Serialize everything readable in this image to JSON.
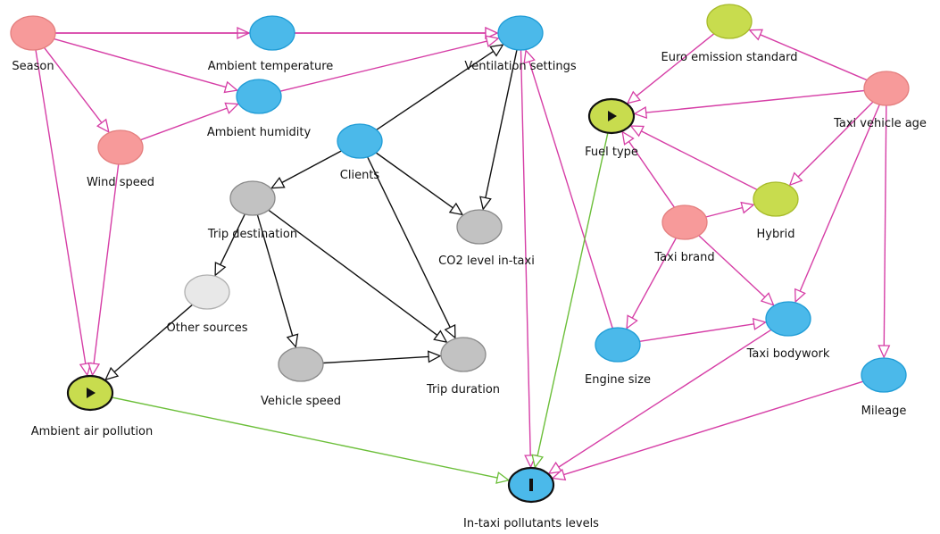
{
  "colors": {
    "pink_node": "#f79a9a",
    "pink_node_stroke": "#e47f7f",
    "blue_node": "#4bb9ea",
    "blue_node_stroke": "#1f9cd6",
    "grey_node": "#c2c2c2",
    "grey_node_stroke": "#8a8a8a",
    "lightgrey_node": "#e8e8e8",
    "lightgrey_node_stroke": "#b0b0b0",
    "yellowgreen_node": "#c8dc4e",
    "yellowgreen_node_stroke": "#a7bb2a",
    "exposure_stroke": "#111111",
    "edge_pink": "#d63ea6",
    "edge_black": "#111111",
    "edge_green": "#6cbf3a"
  },
  "nodes": [
    {
      "id": "season",
      "label": "Season",
      "kind": "pink",
      "icon": "none"
    },
    {
      "id": "ambient_temperature",
      "label": "Ambient temperature",
      "kind": "blue",
      "icon": "none"
    },
    {
      "id": "ventilation_settings",
      "label": "Ventilation settings",
      "kind": "blue",
      "icon": "none"
    },
    {
      "id": "ambient_humidity",
      "label": "Ambient humidity",
      "kind": "blue",
      "icon": "none"
    },
    {
      "id": "wind_speed",
      "label": "Wind speed",
      "kind": "pink",
      "icon": "none"
    },
    {
      "id": "clients",
      "label": "Clients",
      "kind": "blue",
      "icon": "none"
    },
    {
      "id": "trip_destination",
      "label": "Trip destination",
      "kind": "grey",
      "icon": "none"
    },
    {
      "id": "co2_level",
      "label": "CO2 level in-taxi",
      "kind": "grey",
      "icon": "none"
    },
    {
      "id": "other_sources",
      "label": "Other sources",
      "kind": "lightgrey",
      "icon": "none"
    },
    {
      "id": "ambient_air_pollution",
      "label": "Ambient air pollution",
      "kind": "yellowgreen",
      "icon": "play-icon"
    },
    {
      "id": "vehicle_speed",
      "label": "Vehicle speed",
      "kind": "grey",
      "icon": "none"
    },
    {
      "id": "trip_duration",
      "label": "Trip duration",
      "kind": "grey",
      "icon": "none"
    },
    {
      "id": "euro_emission_standard",
      "label": "Euro emission standard",
      "kind": "yellowgreen",
      "icon": "none"
    },
    {
      "id": "fuel_type",
      "label": "Fuel type",
      "kind": "yellowgreen",
      "icon": "play-icon"
    },
    {
      "id": "taxi_vehicle_age",
      "label": "Taxi vehicle age",
      "kind": "pink",
      "icon": "none"
    },
    {
      "id": "hybrid",
      "label": "Hybrid",
      "kind": "yellowgreen",
      "icon": "none"
    },
    {
      "id": "taxi_brand",
      "label": "Taxi brand",
      "kind": "pink",
      "icon": "none"
    },
    {
      "id": "taxi_bodywork",
      "label": "Taxi bodywork",
      "kind": "blue",
      "icon": "none"
    },
    {
      "id": "engine_size",
      "label": "Engine size",
      "kind": "blue",
      "icon": "none"
    },
    {
      "id": "mileage",
      "label": "Mileage",
      "kind": "blue",
      "icon": "none"
    },
    {
      "id": "intaxi_pollutants",
      "label": "In-taxi pollutants levels",
      "kind": "blue",
      "icon": "outcome-bar-icon"
    }
  ],
  "edges": [
    {
      "from": "season",
      "to": "ambient_temperature",
      "color": "pink"
    },
    {
      "from": "season",
      "to": "ventilation_settings",
      "color": "pink"
    },
    {
      "from": "season",
      "to": "ambient_humidity",
      "color": "pink"
    },
    {
      "from": "season",
      "to": "wind_speed",
      "color": "pink"
    },
    {
      "from": "season",
      "to": "ambient_air_pollution",
      "color": "pink"
    },
    {
      "from": "ambient_temperature",
      "to": "ventilation_settings",
      "color": "pink"
    },
    {
      "from": "ambient_humidity",
      "to": "ventilation_settings",
      "color": "pink"
    },
    {
      "from": "wind_speed",
      "to": "ambient_humidity",
      "color": "pink"
    },
    {
      "from": "wind_speed",
      "to": "ambient_air_pollution",
      "color": "pink"
    },
    {
      "from": "clients",
      "to": "ventilation_settings",
      "color": "black"
    },
    {
      "from": "clients",
      "to": "trip_destination",
      "color": "black"
    },
    {
      "from": "clients",
      "to": "co2_level",
      "color": "black"
    },
    {
      "from": "clients",
      "to": "trip_duration",
      "color": "black"
    },
    {
      "from": "ventilation_settings",
      "to": "co2_level",
      "color": "black"
    },
    {
      "from": "ventilation_settings",
      "to": "intaxi_pollutants",
      "color": "pink"
    },
    {
      "from": "engine_size",
      "to": "ventilation_settings",
      "color": "pink"
    },
    {
      "from": "trip_destination",
      "to": "vehicle_speed",
      "color": "black"
    },
    {
      "from": "trip_destination",
      "to": "trip_duration",
      "color": "black"
    },
    {
      "from": "trip_destination",
      "to": "other_sources",
      "color": "black"
    },
    {
      "from": "vehicle_speed",
      "to": "trip_duration",
      "color": "black"
    },
    {
      "from": "other_sources",
      "to": "ambient_air_pollution",
      "color": "black"
    },
    {
      "from": "ambient_air_pollution",
      "to": "intaxi_pollutants",
      "color": "green"
    },
    {
      "from": "fuel_type",
      "to": "intaxi_pollutants",
      "color": "green"
    },
    {
      "from": "euro_emission_standard",
      "to": "fuel_type",
      "color": "pink"
    },
    {
      "from": "taxi_vehicle_age",
      "to": "euro_emission_standard",
      "color": "pink"
    },
    {
      "from": "taxi_vehicle_age",
      "to": "fuel_type",
      "color": "pink"
    },
    {
      "from": "taxi_vehicle_age",
      "to": "hybrid",
      "color": "pink"
    },
    {
      "from": "taxi_vehicle_age",
      "to": "taxi_bodywork",
      "color": "pink"
    },
    {
      "from": "taxi_vehicle_age",
      "to": "mileage",
      "color": "pink"
    },
    {
      "from": "hybrid",
      "to": "fuel_type",
      "color": "pink"
    },
    {
      "from": "taxi_brand",
      "to": "fuel_type",
      "color": "pink"
    },
    {
      "from": "taxi_brand",
      "to": "hybrid",
      "color": "pink"
    },
    {
      "from": "taxi_brand",
      "to": "engine_size",
      "color": "pink"
    },
    {
      "from": "taxi_brand",
      "to": "taxi_bodywork",
      "color": "pink"
    },
    {
      "from": "engine_size",
      "to": "taxi_bodywork",
      "color": "pink"
    },
    {
      "from": "taxi_bodywork",
      "to": "intaxi_pollutants",
      "color": "pink"
    },
    {
      "from": "mileage",
      "to": "intaxi_pollutants",
      "color": "pink"
    }
  ]
}
